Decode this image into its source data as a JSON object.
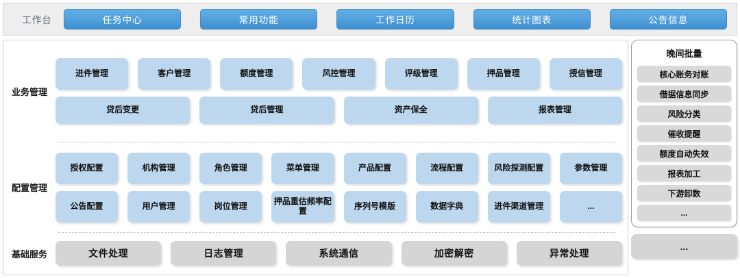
{
  "header": {
    "workbench_label": "工作台",
    "buttons": [
      {
        "label": "任务中心"
      },
      {
        "label": "常用功能"
      },
      {
        "label": "工作日历"
      },
      {
        "label": "统计图表"
      },
      {
        "label": "公告信息"
      }
    ]
  },
  "sections": [
    {
      "key": "business",
      "label": "业务管理",
      "rows": [
        {
          "tiles": [
            {
              "label": "进件管理"
            },
            {
              "label": "客户管理"
            },
            {
              "label": "额度管理"
            },
            {
              "label": "风控管理"
            },
            {
              "label": "评级管理"
            },
            {
              "label": "押品管理"
            },
            {
              "label": "授信管理"
            }
          ]
        },
        {
          "tiles": [
            {
              "label": "贷后变更"
            },
            {
              "label": "贷后管理"
            },
            {
              "label": "资产保全"
            },
            {
              "label": "报表管理"
            }
          ]
        }
      ]
    },
    {
      "key": "config",
      "label": "配置管理",
      "rows": [
        {
          "tiles": [
            {
              "label": "授权配置"
            },
            {
              "label": "机构管理"
            },
            {
              "label": "角色管理"
            },
            {
              "label": "菜单管理"
            },
            {
              "label": "产品配置"
            },
            {
              "label": "流程配置"
            },
            {
              "label": "风险探测配置"
            },
            {
              "label": "参数管理"
            }
          ]
        },
        {
          "tiles": [
            {
              "label": "公告配置"
            },
            {
              "label": "用户管理"
            },
            {
              "label": "岗位管理"
            },
            {
              "label": "押品重估频率配置"
            },
            {
              "label": "序列号模版"
            },
            {
              "label": "数据字典"
            },
            {
              "label": "进件渠道管理"
            },
            {
              "label": "..."
            }
          ]
        }
      ]
    },
    {
      "key": "basic",
      "label": "基础服务",
      "rows": [
        {
          "tiles": [
            {
              "label": "文件处理"
            },
            {
              "label": "日志管理"
            },
            {
              "label": "系统通信"
            },
            {
              "label": "加密解密"
            },
            {
              "label": "异常处理"
            }
          ]
        }
      ]
    }
  ],
  "sidebar": {
    "batch": {
      "title": "晚间批量",
      "items": [
        {
          "label": "核心账务对账"
        },
        {
          "label": "借据信息同步"
        },
        {
          "label": "风险分类"
        },
        {
          "label": "催收提醒"
        },
        {
          "label": "额度自动失效"
        },
        {
          "label": "报表加工"
        },
        {
          "label": "下游卸数"
        },
        {
          "label": "..."
        }
      ]
    },
    "more_label": "..."
  },
  "colors": {
    "tile_blue": "#bdd7ee",
    "tile_grey": "#d5d5d5",
    "button_blue": "#4a9add",
    "topbar_bg": "#eeeeee"
  }
}
